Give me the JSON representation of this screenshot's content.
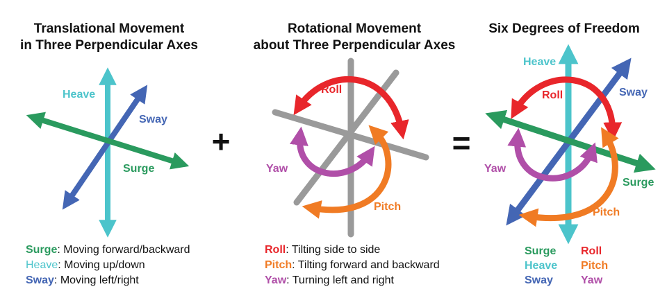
{
  "colors": {
    "heave": "#4cc4cb",
    "sway": "#4466b4",
    "surge": "#2a9a5e",
    "roll": "#e8262b",
    "pitch": "#f07b24",
    "yaw": "#b04fa8",
    "neutral_axis": "#9a9a9a",
    "text": "#111111"
  },
  "panels": {
    "translational": {
      "title_line1": "Translational Movement",
      "title_line2": "in Three Perpendicular Axes",
      "axis_labels": {
        "heave": "Heave",
        "sway": "Sway",
        "surge": "Surge"
      },
      "legend": [
        {
          "term": "Surge",
          "sep": ": ",
          "desc": "Moving forward/backward",
          "color_key": "surge"
        },
        {
          "term": "Heave",
          "sep": ": ",
          "desc": "Moving up/down",
          "color_key": "heave"
        },
        {
          "term": "Sway",
          "sep": ": ",
          "desc": "Moving left/right",
          "color_key": "sway"
        }
      ]
    },
    "operators": {
      "plus": "+",
      "equals": "="
    },
    "rotational": {
      "title_line1": "Rotational Movement",
      "title_line2": "about Three Perpendicular Axes",
      "arrow_labels": {
        "roll": "Roll",
        "yaw": "Yaw",
        "pitch": "Pitch"
      },
      "legend": [
        {
          "term": "Roll",
          "sep": ": ",
          "desc": "Tilting side to side",
          "color_key": "roll"
        },
        {
          "term": "Pitch",
          "sep": ": ",
          "desc": "Tilting forward and backward",
          "color_key": "pitch"
        },
        {
          "term": "Yaw",
          "sep": ": ",
          "desc": "Turning left and right",
          "color_key": "yaw"
        }
      ]
    },
    "six_dof": {
      "title": "Six Degrees of Freedom",
      "labels": {
        "heave": "Heave",
        "roll": "Roll",
        "sway": "Sway",
        "yaw": "Yaw",
        "surge": "Surge",
        "pitch": "Pitch"
      },
      "legend_left": [
        "Surge",
        "Heave",
        "Sway"
      ],
      "legend_right": [
        "Roll",
        "Pitch",
        "Yaw"
      ]
    }
  }
}
